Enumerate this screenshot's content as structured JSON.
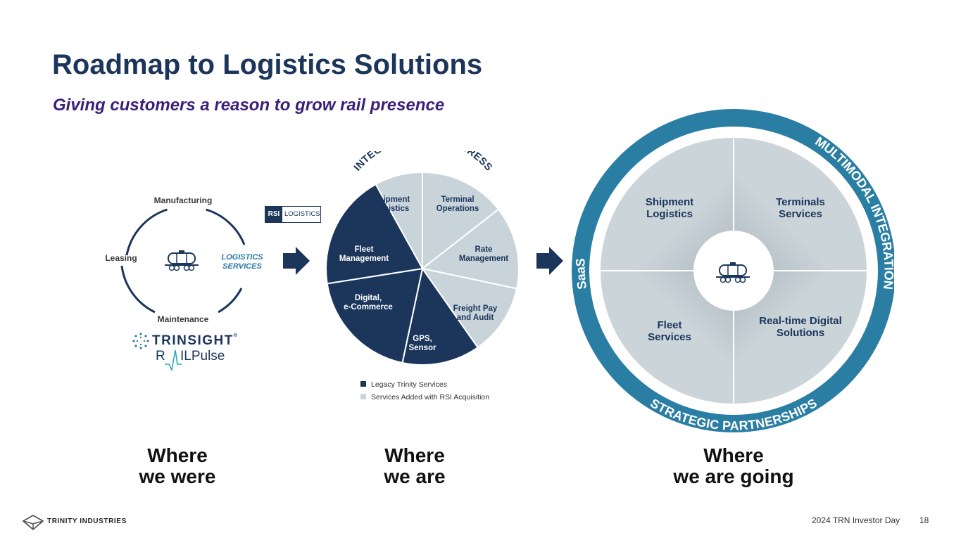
{
  "title": "Roadmap to Logistics Solutions",
  "subtitle": "Giving customers a reason to grow rail presence",
  "were": {
    "manufacturing": "Manufacturing",
    "leasing": "Leasing",
    "logistics": "LOGISTICS\nSERVICES",
    "maintenance": "Maintenance",
    "trinsight": "TRINSIGHT",
    "trinsight_tm": "®",
    "railpulse_r": "R",
    "railpulse_rest": "ILPulse"
  },
  "rsi": {
    "mark": "RSI",
    "word": "LOGISTICS"
  },
  "pie": {
    "arc_text": "INTEGRATION IN PROGRESS",
    "segments": [
      {
        "label": "Shipment\nLogistics",
        "group": "added"
      },
      {
        "label": "Terminal\nOperations",
        "group": "added"
      },
      {
        "label": "Rate\nManagement",
        "group": "added"
      },
      {
        "label": "Freight Pay\nand Audit",
        "group": "added"
      },
      {
        "label": "GPS,\nSensor",
        "group": "legacy"
      },
      {
        "label": "Digital,\ne-Commerce",
        "group": "legacy"
      },
      {
        "label": "Fleet\nManagement",
        "group": "legacy"
      }
    ],
    "legend": [
      {
        "label": "Legacy Trinity Services",
        "color": "#1b355b"
      },
      {
        "label": "Services Added with RSI Acquisition",
        "color": "#c8d4da"
      }
    ]
  },
  "going": {
    "quadrants": [
      {
        "label": "Shipment\nLogistics"
      },
      {
        "label": "Terminals\nServices"
      },
      {
        "label": "Fleet\nServices"
      },
      {
        "label": "Real-time Digital\nSolutions"
      }
    ],
    "ring_right": "MULTIMODAL INTEGRATION",
    "ring_bottom": "STRATEGIC PARTNERSHIPS",
    "ring_left": "SaaS"
  },
  "where": {
    "were": "Where\nwe were",
    "are": "Where\nwe are",
    "going": "Where\nwe are going"
  },
  "footer": {
    "brand": "TRINITY INDUSTRIES",
    "event": "2024 TRN Investor Day",
    "page": "18"
  },
  "colors": {
    "navy": "#1b355b",
    "light": "#c8d4da",
    "teal": "#2b7ea3",
    "purple": "#3b1f78"
  }
}
